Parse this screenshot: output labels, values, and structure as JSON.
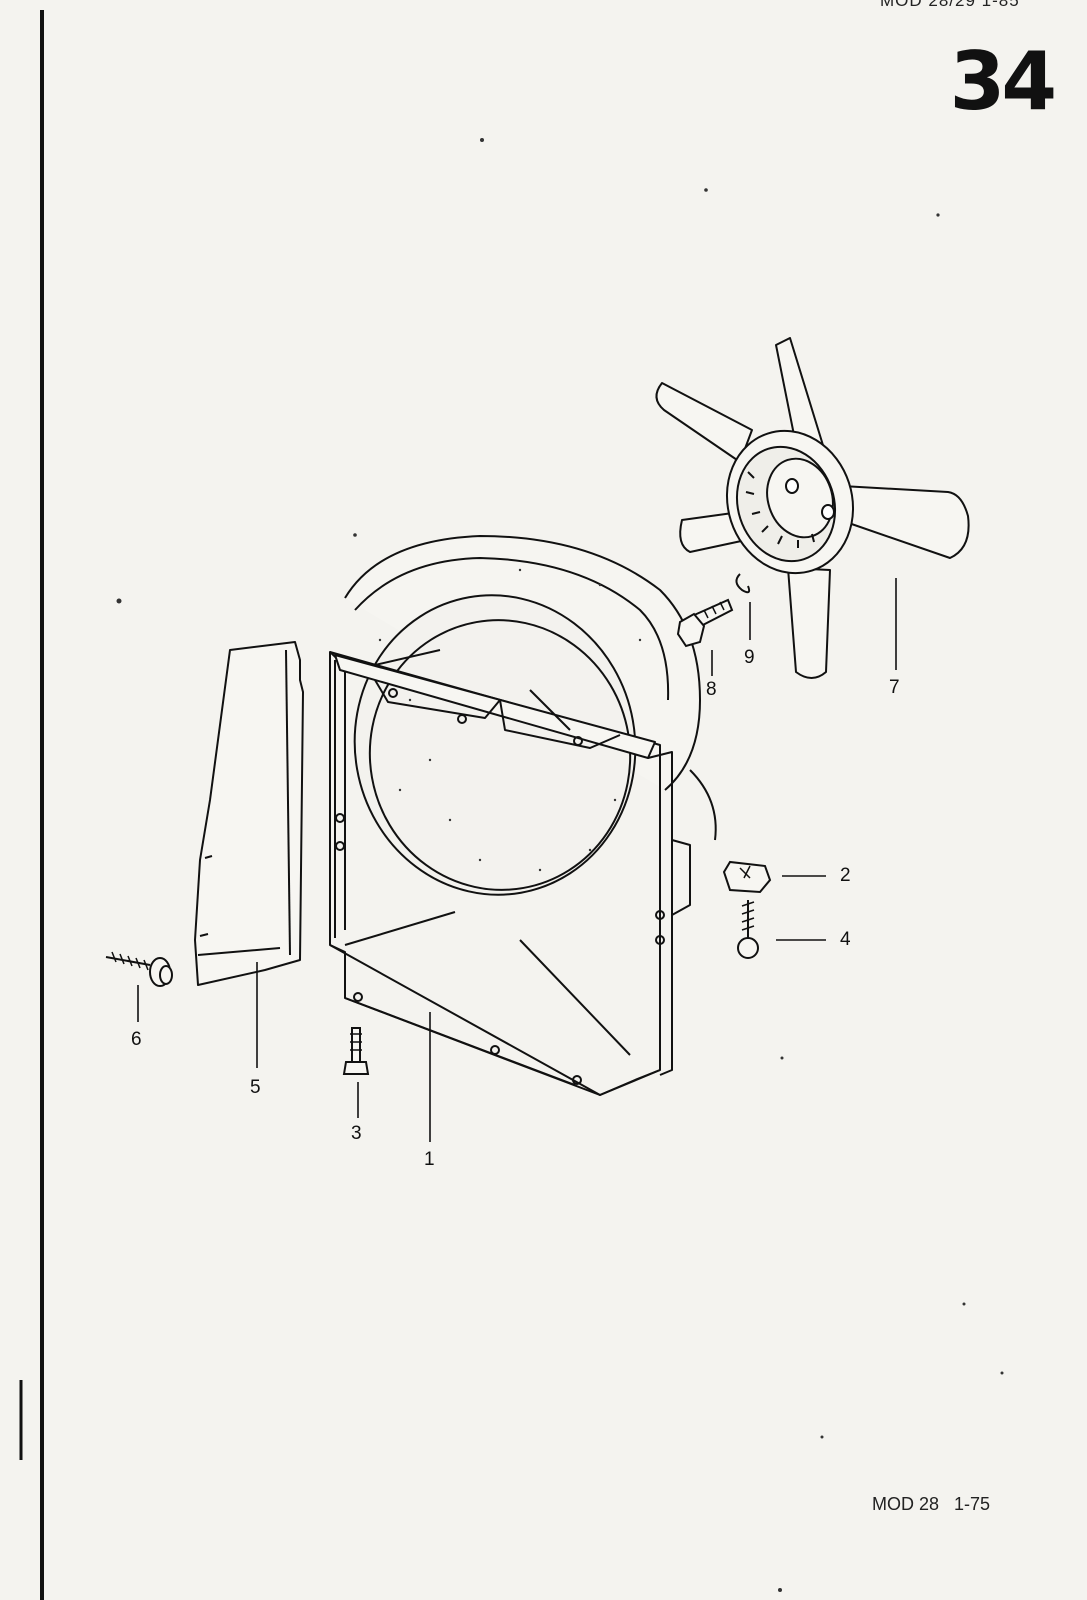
{
  "header": {
    "text": "MOD 28/29   1-85",
    "page_number": "34"
  },
  "footer": {
    "text": "MOD 28   1-75"
  },
  "callouts": {
    "c1": "1",
    "c2": "2",
    "c3": "3",
    "c4": "4",
    "c5": "5",
    "c6": "6",
    "c7": "7",
    "c8": "8",
    "c9": "9"
  },
  "parts": [
    {
      "id": "1",
      "icon": "fan-shroud"
    },
    {
      "id": "2",
      "icon": "speed-nut"
    },
    {
      "id": "3",
      "icon": "hex-bolt"
    },
    {
      "id": "4",
      "icon": "tapping-screw"
    },
    {
      "id": "5",
      "icon": "side-baffle-plate"
    },
    {
      "id": "6",
      "icon": "screw-with-washer"
    },
    {
      "id": "7",
      "icon": "cooling-fan"
    },
    {
      "id": "8",
      "icon": "hex-bolt"
    },
    {
      "id": "9",
      "icon": "lock-washer"
    }
  ]
}
